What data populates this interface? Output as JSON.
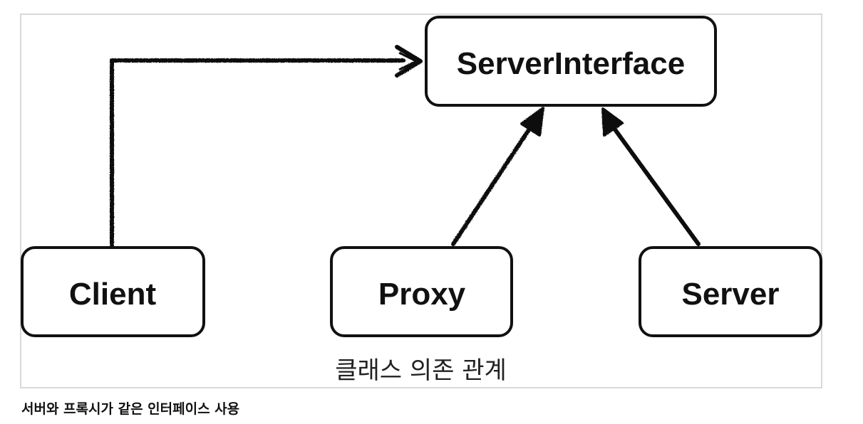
{
  "diagram": {
    "nodes": {
      "server_interface": "ServerInterface",
      "client": "Client",
      "proxy": "Proxy",
      "server": "Server"
    },
    "edges": [
      {
        "from": "client",
        "to": "server_interface",
        "kind": "dependency"
      },
      {
        "from": "proxy",
        "to": "server_interface",
        "kind": "realization"
      },
      {
        "from": "server",
        "to": "server_interface",
        "kind": "realization"
      }
    ],
    "subtitle": "클래스 의존 관계"
  },
  "caption": "서버와 프록시가 같은 인터페이스 사용",
  "colors": {
    "stroke": "#111111",
    "frame_border": "#d8d8d8",
    "background": "#ffffff"
  }
}
